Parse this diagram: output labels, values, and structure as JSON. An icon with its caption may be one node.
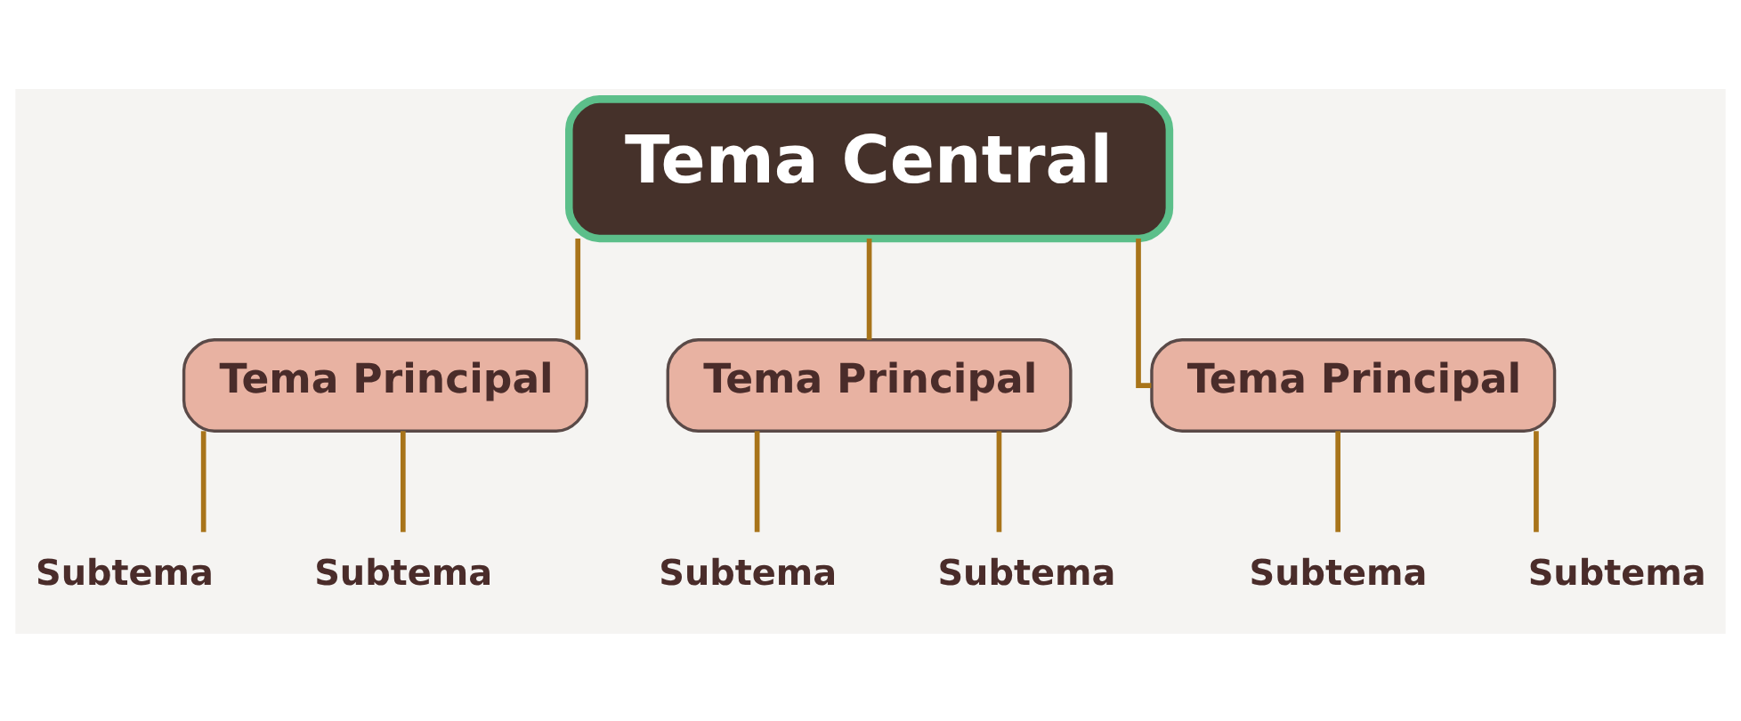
{
  "diagram": {
    "nodes": [
      {
        "text": [
          "Tema Central"
        ]
      },
      {
        "text": [
          "Tema Principal"
        ]
      },
      {
        "text": [
          "Tema Principal"
        ]
      },
      {
        "text": [
          "Tema Principal"
        ]
      },
      {
        "text": [
          "Subtema"
        ]
      },
      {
        "text": [
          "Subtema"
        ]
      },
      {
        "text": [
          "Subtema"
        ]
      },
      {
        "text": [
          "Subtema"
        ]
      },
      {
        "text": [
          "Subtema"
        ]
      },
      {
        "text": [
          "Subtema"
        ]
      }
    ],
    "edges": [
      {
        "from": 0,
        "to": 1,
        "arrow": "none"
      },
      {
        "from": 0,
        "to": 2,
        "arrow": "none"
      },
      {
        "from": 0,
        "to": 3,
        "arrow": "none"
      },
      {
        "from": 1,
        "to": 4,
        "arrow": "none"
      },
      {
        "from": 1,
        "to": 5,
        "arrow": "none"
      },
      {
        "from": 2,
        "to": 6,
        "arrow": "none"
      },
      {
        "from": 2,
        "to": 7,
        "arrow": "none"
      },
      {
        "from": 3,
        "to": 8,
        "arrow": "none"
      },
      {
        "from": 3,
        "to": 9,
        "arrow": "none"
      }
    ]
  }
}
